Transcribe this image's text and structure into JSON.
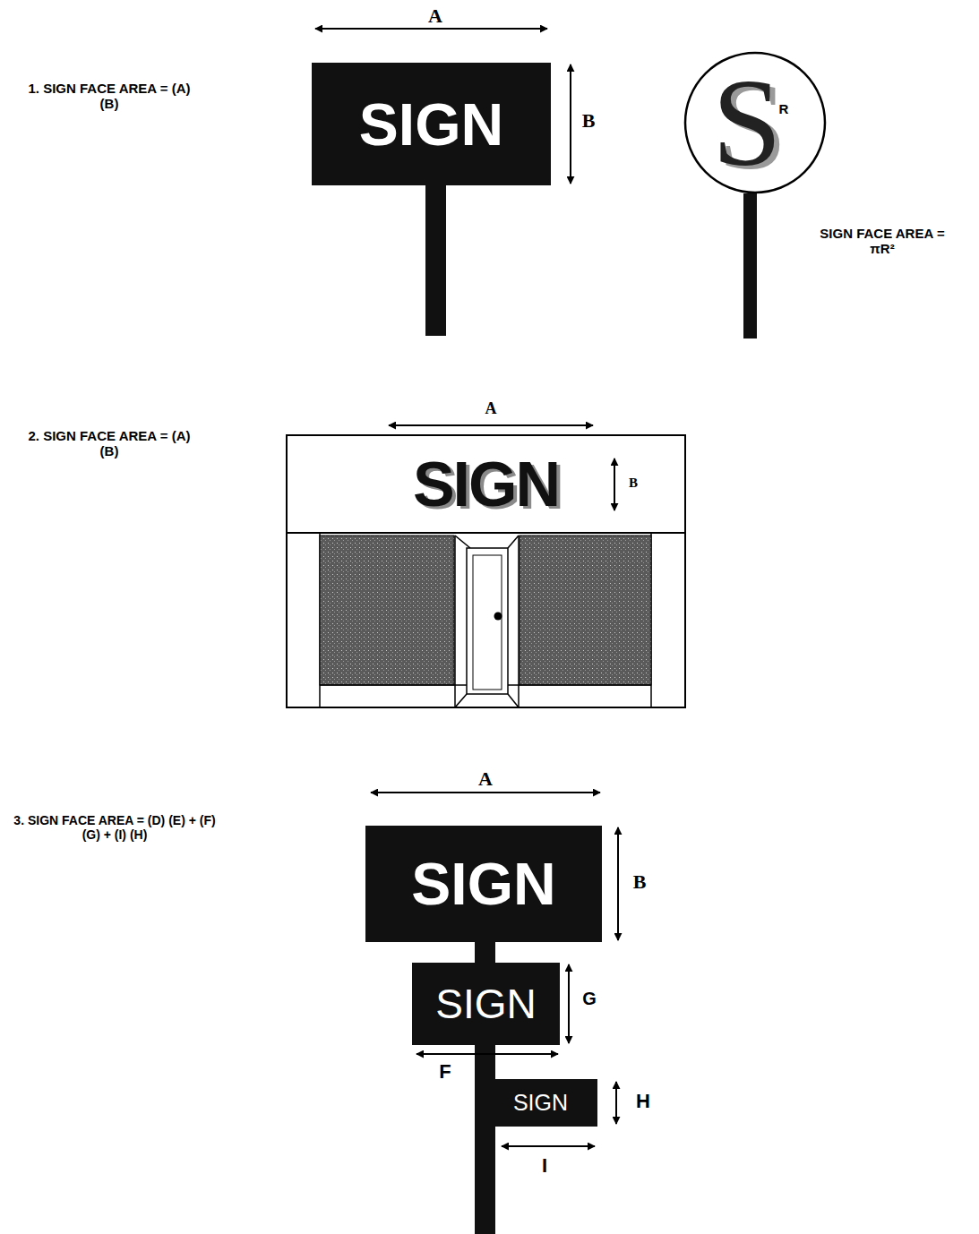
{
  "diagram": {
    "nodes": [
      {
        "text": [
          "SIGN"
        ]
      },
      {
        "text": [
          "S"
        ]
      },
      {
        "text": [
          "SIGN"
        ]
      },
      {
        "text": [
          "SIGN"
        ]
      },
      {
        "text": [
          "SIGN"
        ]
      },
      {
        "text": [
          "SIGN"
        ]
      }
    ],
    "labels": [
      "1. SIGN FACE AREA = (A) (B)",
      "A",
      "B",
      "R",
      "SIGN FACE AREA = πR²",
      "2. SIGN FACE AREA = (A) (B)",
      "A",
      "B",
      "3. SIGN FACE AREA = (D) (E) + (F) (G) + (I) (H)",
      "A",
      "B",
      "G",
      "F",
      "H",
      "I"
    ]
  }
}
